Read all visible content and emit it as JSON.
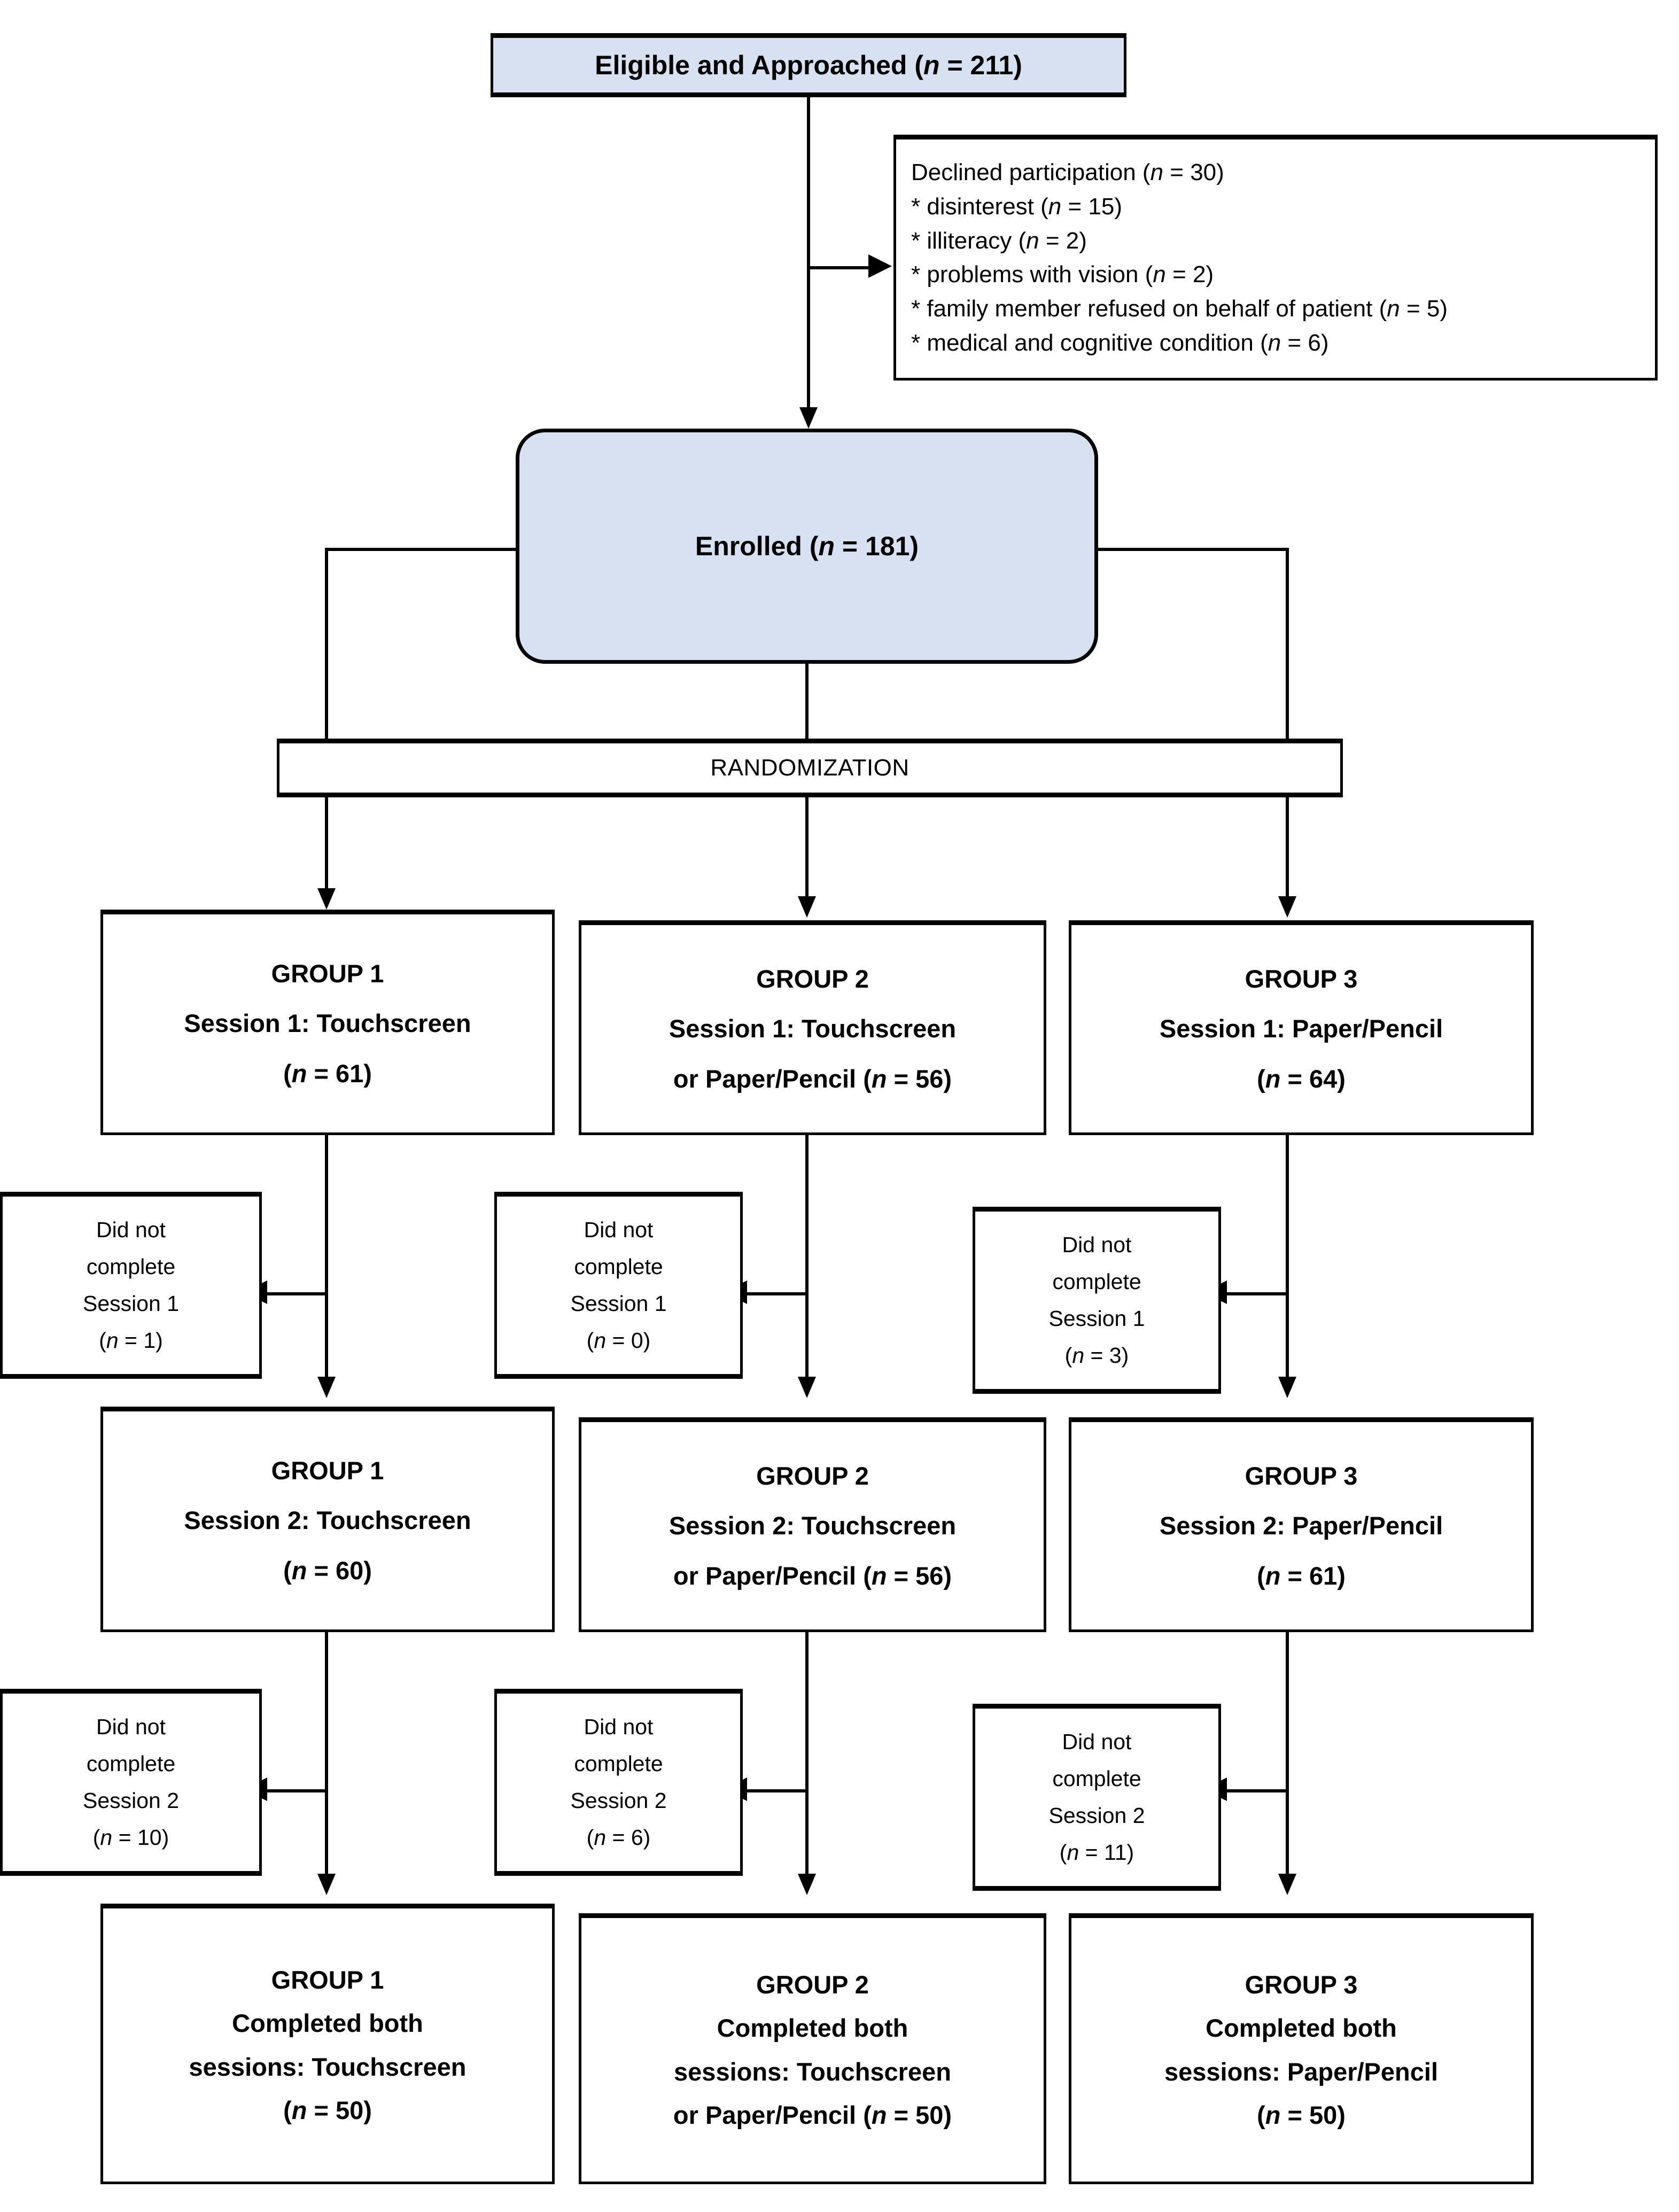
{
  "diagram": {
    "title": "CONSORT participant flow diagram",
    "colors": {
      "shaded_box_fill": "#d7e1f1",
      "plain_box_fill": "#ffffff",
      "stroke": "#000000"
    }
  },
  "top": {
    "eligible": "Eligible and Approached (n = 211)"
  },
  "declined": {
    "lines": [
      "Declined participation (n = 30)",
      "* disinterest (n = 15)",
      "* illiteracy (n = 2)",
      "* problems with vision (n = 2)",
      "* family member refused on behalf of patient (n = 5)",
      "* medical and cognitive condition (n = 6)"
    ]
  },
  "enrolled": {
    "label": "Enrolled (n = 181)"
  },
  "randomization": {
    "label": "RANDOMIZATION"
  },
  "session1": [
    {
      "group": "GROUP 1",
      "detail": "Session 1: Touchscreen",
      "n": "(n = 61)"
    },
    {
      "group": "GROUP 2",
      "detail": "Session 1: Touchscreen",
      "detail2": "or Paper/Pencil (n = 56)"
    },
    {
      "group": "GROUP 3",
      "detail": "Session 1: Paper/Pencil",
      "n": "(n = 64)"
    }
  ],
  "dropouts1": [
    {
      "l1": "Did not",
      "l2": "complete",
      "l3": "Session 1",
      "l4": "(n = 1)"
    },
    {
      "l1": "Did not",
      "l2": "complete",
      "l3": "Session 1",
      "l4": "(n = 0)"
    },
    {
      "l1": "Did not",
      "l2": "complete",
      "l3": "Session 1",
      "l4": "(n = 3)"
    }
  ],
  "session2": [
    {
      "group": "GROUP 1",
      "detail": "Session 2: Touchscreen",
      "n": "(n = 60)"
    },
    {
      "group": "GROUP 2",
      "detail": "Session 2: Touchscreen",
      "detail2": "or Paper/Pencil (n = 56)"
    },
    {
      "group": "GROUP 3",
      "detail": "Session 2: Paper/Pencil",
      "n": "(n = 61)"
    }
  ],
  "dropouts2": [
    {
      "l1": "Did not",
      "l2": "complete",
      "l3": "Session 2",
      "l4": "(n = 10)"
    },
    {
      "l1": "Did not",
      "l2": "complete",
      "l3": "Session 2",
      "l4": "(n = 6)"
    },
    {
      "l1": "Did not",
      "l2": "complete",
      "l3": "Session 2",
      "l4": "(n = 11)"
    }
  ],
  "completed": [
    {
      "group": "GROUP 1",
      "l2": "Completed both",
      "l3": "sessions: Touchscreen",
      "l4": "(n = 50)"
    },
    {
      "group": "GROUP 2",
      "l2": "Completed both",
      "l3": "sessions: Touchscreen",
      "l4": "or Paper/Pencil (n = 50)"
    },
    {
      "group": "GROUP 3",
      "l2": "Completed both",
      "l3": "sessions: Paper/Pencil",
      "l4": "(n = 50)"
    }
  ]
}
